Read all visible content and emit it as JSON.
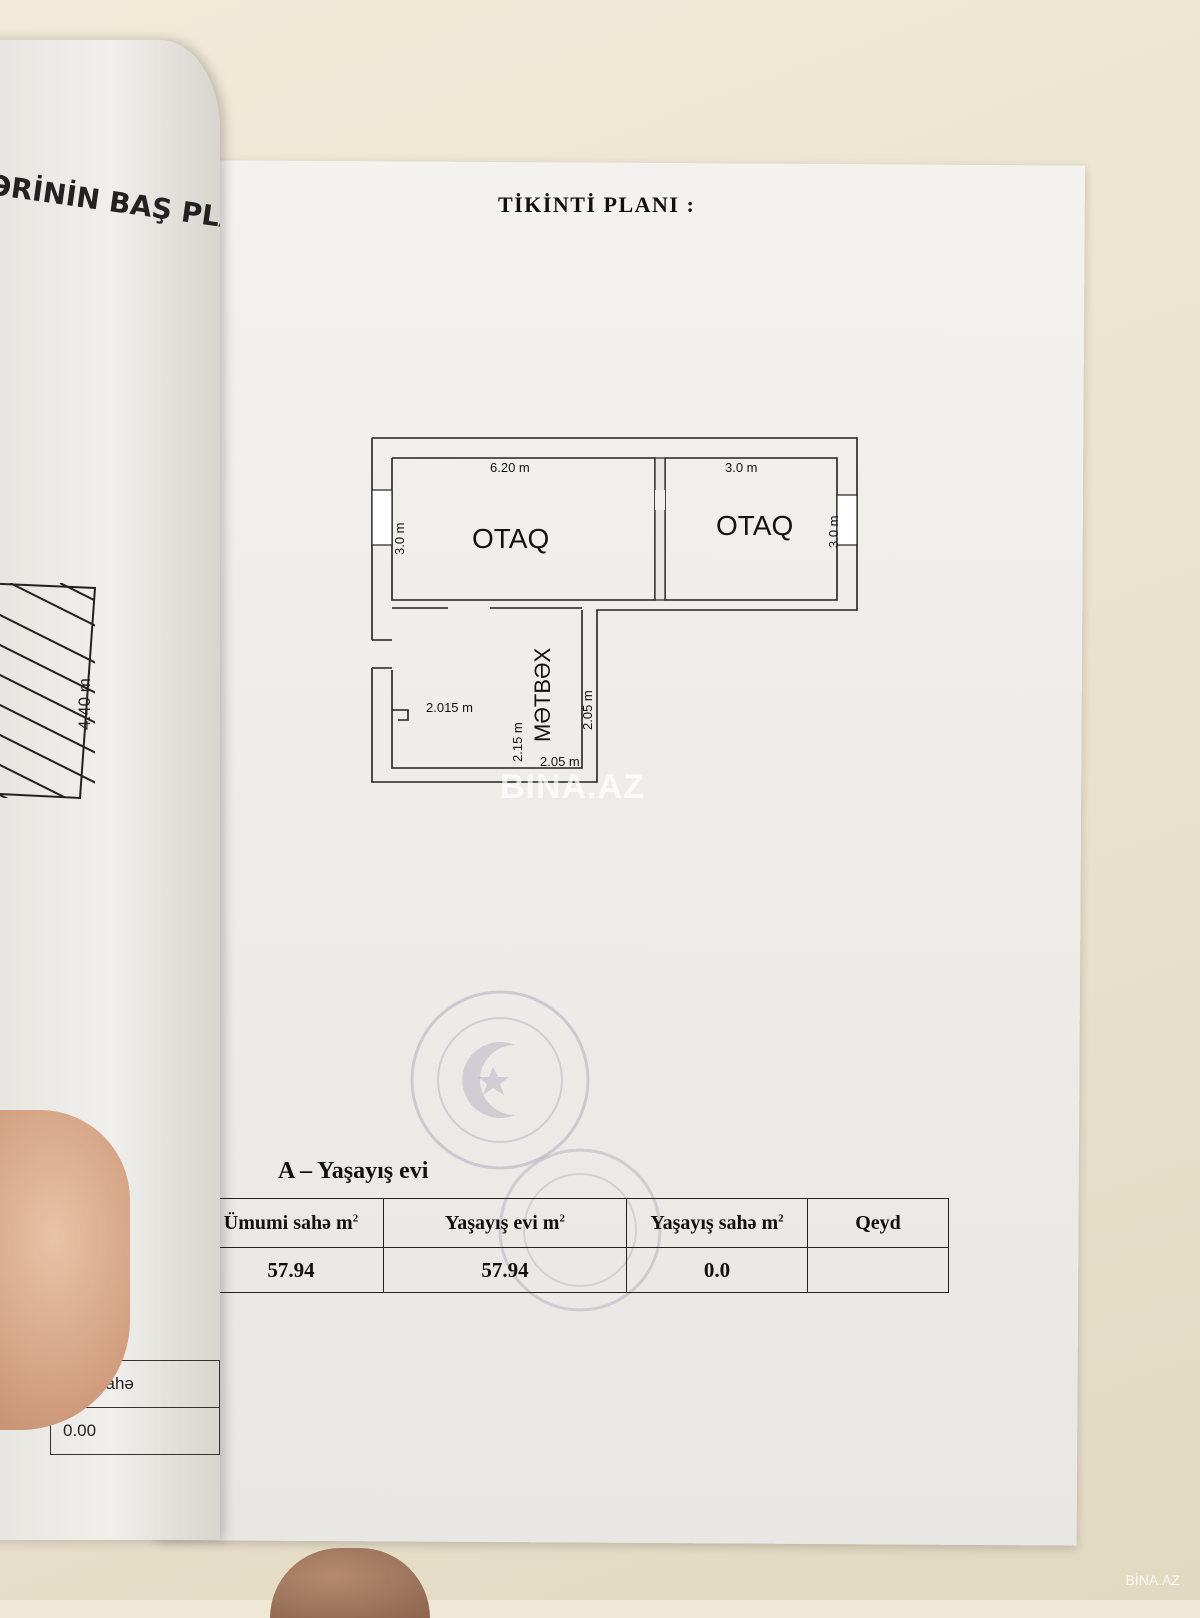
{
  "left_page": {
    "title_fragment": "ƏRİNİN BAŞ PLA",
    "dimension": "4.40 m",
    "table_header": "Boş sahə",
    "table_value": "0.00"
  },
  "document": {
    "title": "TİKİNTİ PLANI :"
  },
  "floor_plan": {
    "rooms": [
      {
        "name": "OTAQ",
        "width": "6.20 m",
        "depth": "3.0 m"
      },
      {
        "name": "OTAQ",
        "width": "3.0 m",
        "depth": "3.0 m"
      },
      {
        "name": "MƏTBƏX",
        "width": "2.05 m",
        "depth": "2.05 m"
      }
    ],
    "corridor": {
      "width": "2.015 m",
      "depth": "2.15 m"
    }
  },
  "section": {
    "heading": "A – Yaşayış evi",
    "columns": [
      {
        "label": "Ümumi sahə m",
        "sup": "2"
      },
      {
        "label": "Yaşayış evi  m",
        "sup": "2"
      },
      {
        "label": "Yaşayış sahə  m",
        "sup": "2"
      },
      {
        "label": "Qeyd",
        "sup": ""
      }
    ],
    "values": [
      "57.94",
      "57.94",
      "0.0",
      ""
    ]
  },
  "watermark": "BINA.AZ",
  "corner_watermark": "BİNA.AZ"
}
